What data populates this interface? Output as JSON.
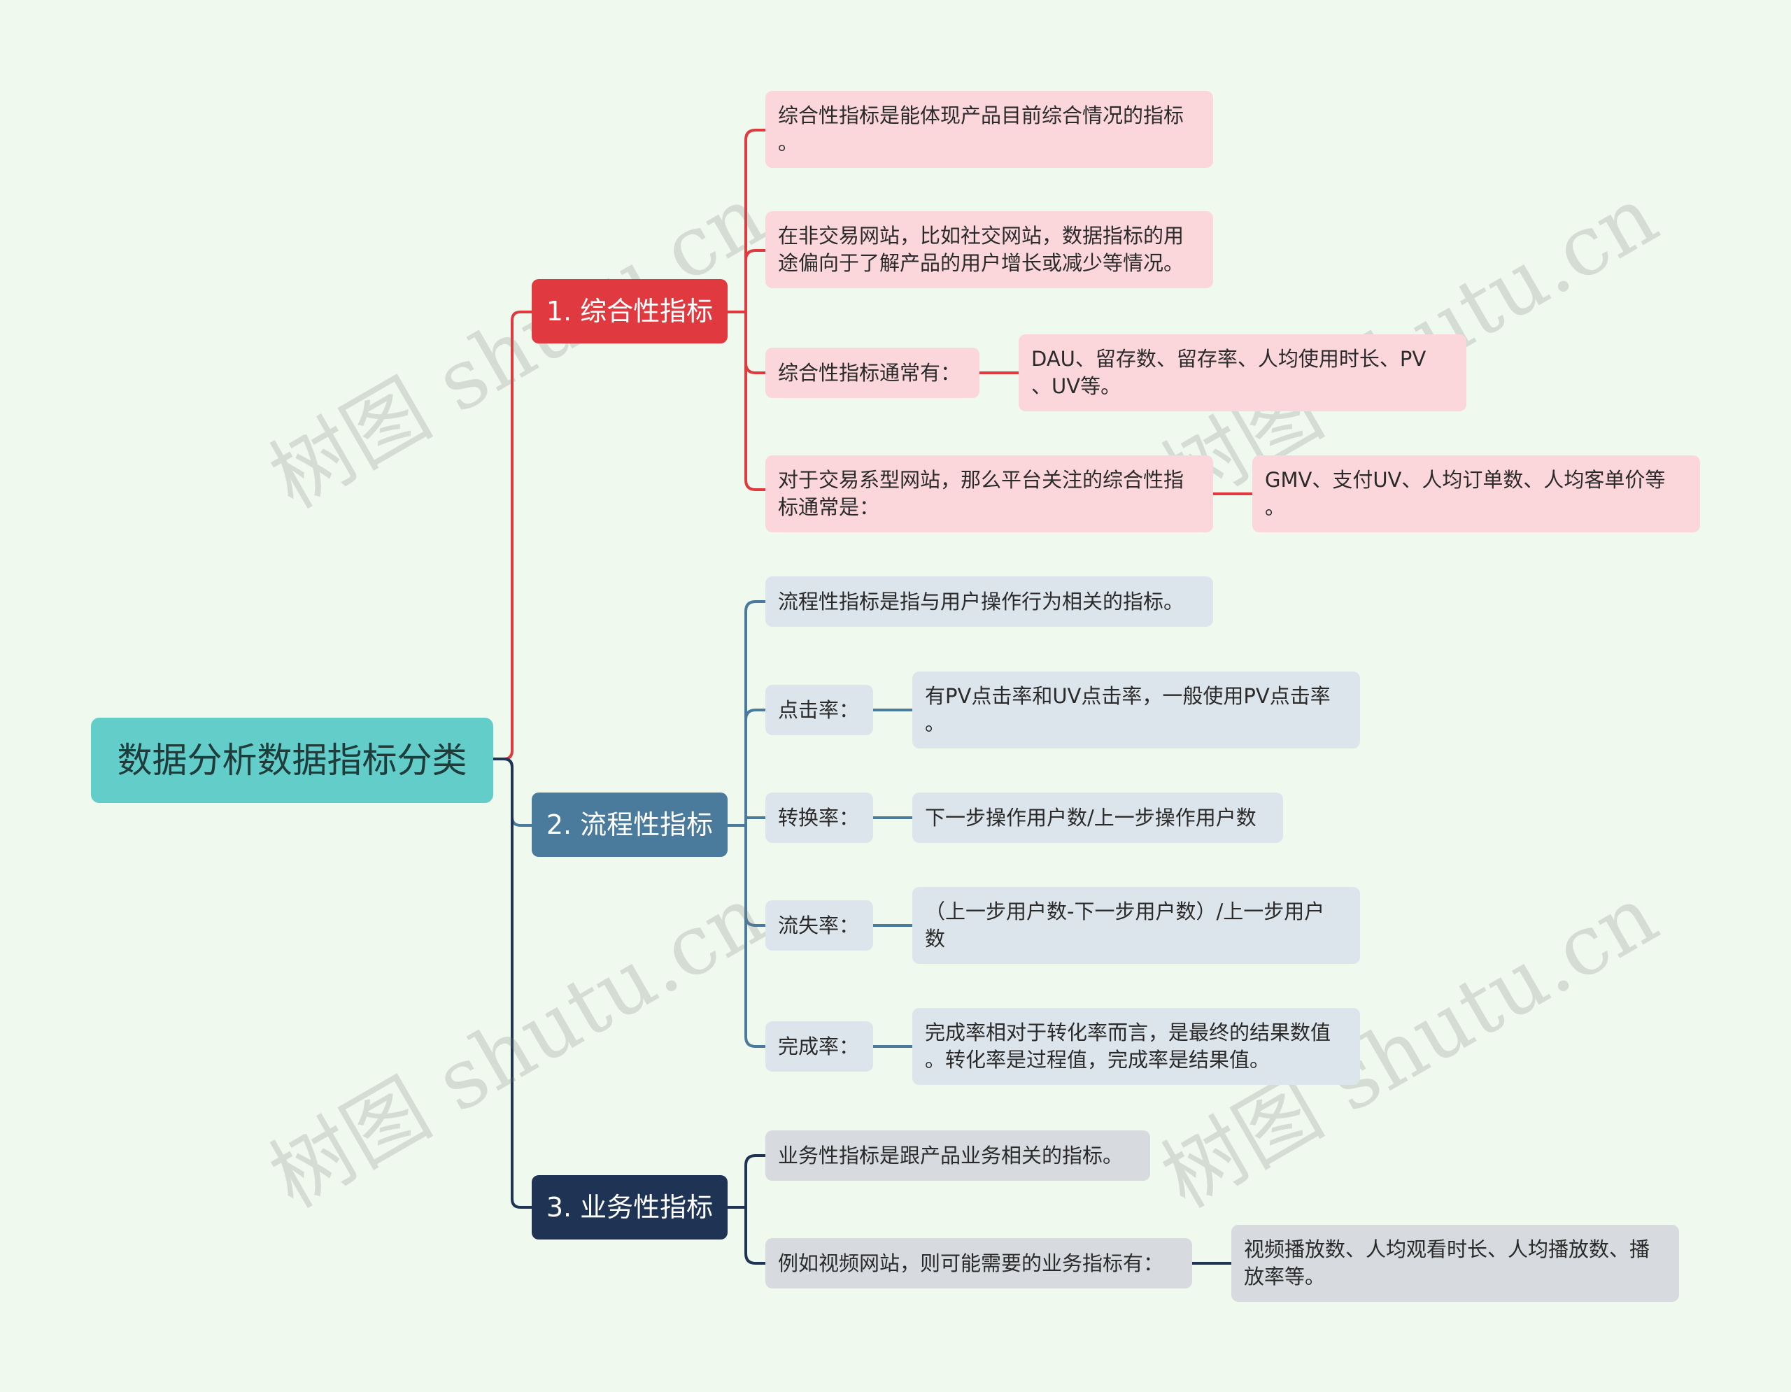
{
  "colors": {
    "background": "#f0f9ee",
    "root": "#63cdca",
    "branch1": "#e0393f",
    "branch2": "#4a7b9d",
    "branch3": "#1f3454",
    "leaf1": "#fbd6db",
    "leaf2": "#dde5ec",
    "leaf3": "#d7dade"
  },
  "watermark": "树图 shutu.cn",
  "root": {
    "label": "数据分析数据指标分类"
  },
  "branches": [
    {
      "label": "1. 综合性指标",
      "children": [
        {
          "label": "综合性指标是能体现产品目前综合情况的指标\n。"
        },
        {
          "label": "在非交易网站，比如社交网站，数据指标的用\n途偏向于了解产品的用户增长或减少等情况。"
        },
        {
          "label": "综合性指标通常有：",
          "detail": "DAU、留存数、留存率、人均使用时长、PV\n、UV等。"
        },
        {
          "label": "对于交易系型网站，那么平台关注的综合性指\n标通常是：",
          "detail": "GMV、支付UV、人均订单数、人均客单价等\n。"
        }
      ]
    },
    {
      "label": "2. 流程性指标",
      "children": [
        {
          "label": "流程性指标是指与用户操作行为相关的指标。"
        },
        {
          "label": "点击率：",
          "detail": "有PV点击率和UV点击率，一般使用PV点击率\n。"
        },
        {
          "label": "转换率：",
          "detail": "下一步操作用户数/上一步操作用户数"
        },
        {
          "label": "流失率：",
          "detail": "（上一步用户数-下一步用户数）/上一步用户\n数"
        },
        {
          "label": "完成率：",
          "detail": "完成率相对于转化率而言，是最终的结果数值\n。转化率是过程值，完成率是结果值。"
        }
      ]
    },
    {
      "label": "3. 业务性指标",
      "children": [
        {
          "label": "业务性指标是跟产品业务相关的指标。"
        },
        {
          "label": "例如视频网站，则可能需要的业务指标有：",
          "detail": "视频播放数、人均观看时长、人均播放数、播\n放率等。"
        }
      ]
    }
  ]
}
